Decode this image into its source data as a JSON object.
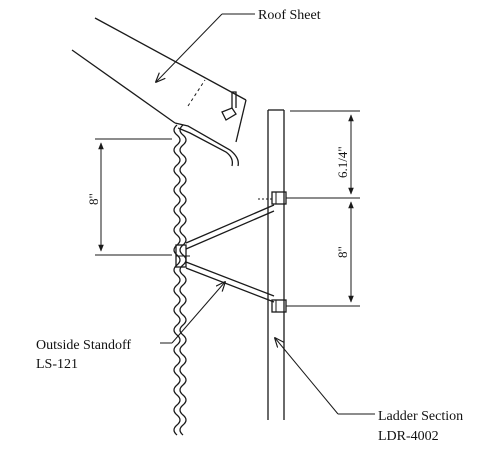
{
  "labels": {
    "roof_sheet": "Roof Sheet",
    "outside_standoff_line1": "Outside Standoff",
    "outside_standoff_line2": "LS-121",
    "ladder_section_line1": "Ladder Section",
    "ladder_section_line2": "LDR-4002"
  },
  "dimensions": {
    "left_vertical": "8\"",
    "right_upper": "6.1/4\"",
    "right_lower": "8\""
  },
  "colors": {
    "ink": "#1a1a1a",
    "background": "#ffffff"
  }
}
